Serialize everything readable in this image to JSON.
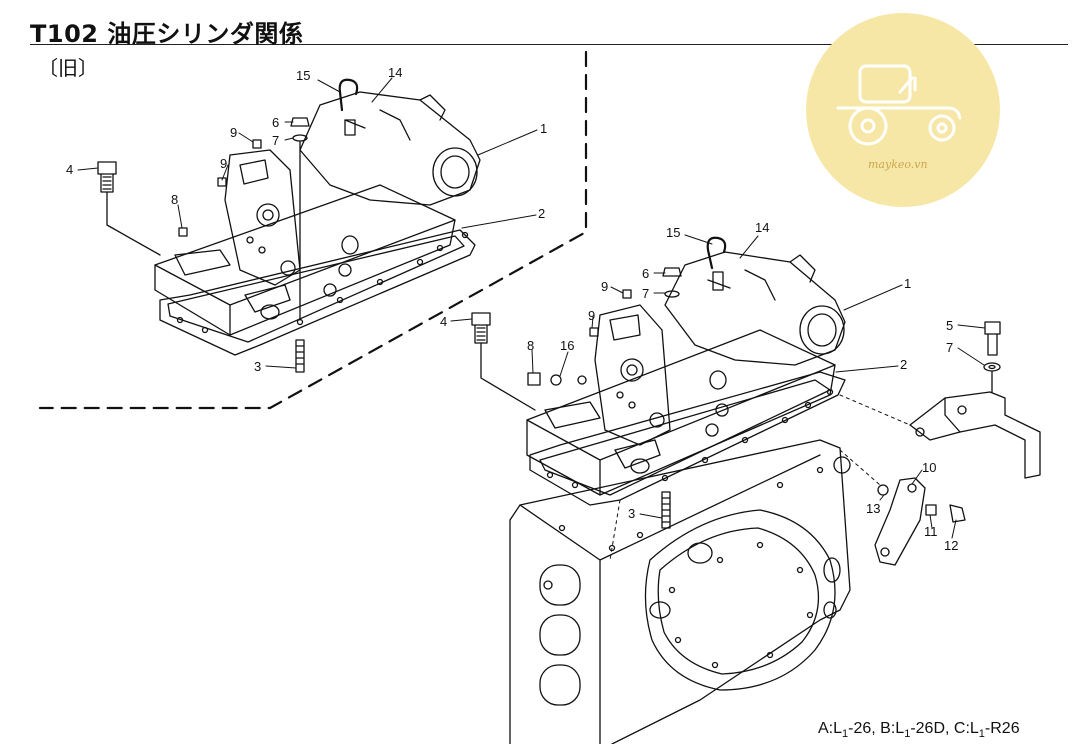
{
  "header": {
    "title": "T102  油圧シリンダ関係"
  },
  "variant_label": "〔旧〕",
  "model_note": {
    "a_prefix": "A:L",
    "a_sub": "1",
    "a_suffix": "-26,",
    "b_prefix": "B:L",
    "b_sub": "1",
    "b_suffix": "-26D,",
    "c_prefix": "C:L",
    "c_sub": "1",
    "c_suffix": "-R26"
  },
  "watermark": {
    "text": "maykeo.vn",
    "color": "#f7e7a6",
    "icon": "tractor-icon"
  },
  "old_assembly_callouts": [
    "15",
    "14",
    "6",
    "7",
    "9",
    "9",
    "1",
    "4",
    "8",
    "2",
    "3"
  ],
  "new_assembly_callouts": [
    "15",
    "14",
    "6",
    "7",
    "9",
    "9",
    "1",
    "4",
    "8",
    "16",
    "2",
    "3",
    "5",
    "7",
    "10",
    "13",
    "11",
    "12"
  ]
}
